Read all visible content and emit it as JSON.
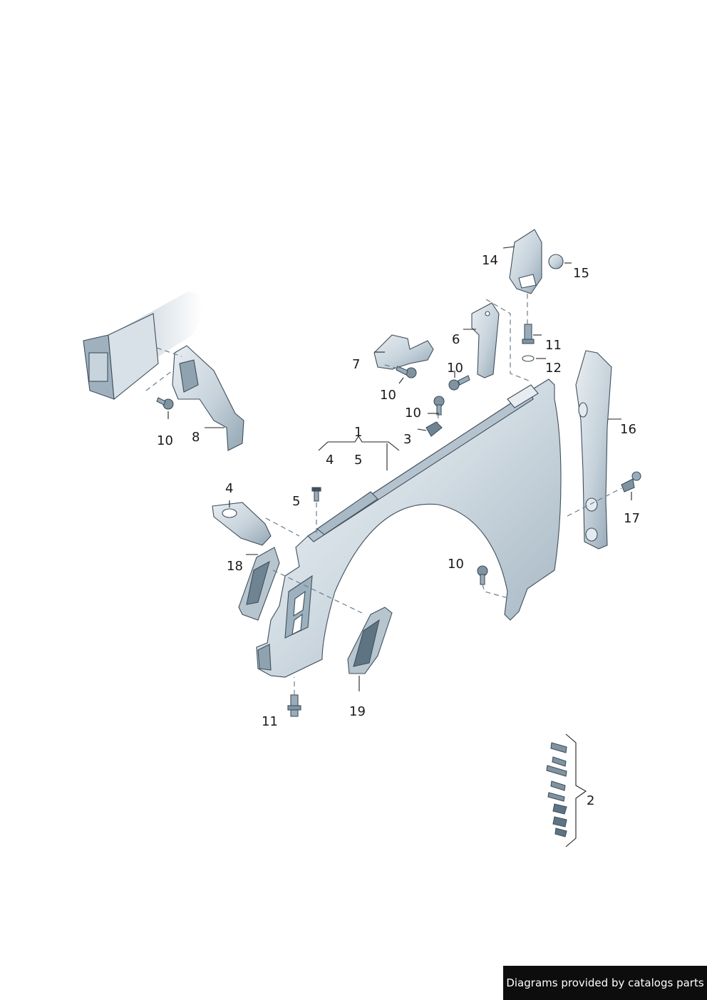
{
  "callouts": {
    "c1": "1",
    "c2": "2",
    "c3": "3",
    "c4a": "4",
    "c4b": "4",
    "c5a": "5",
    "c5b": "5",
    "c6": "6",
    "c7": "7",
    "c8": "8",
    "c10a": "10",
    "c10b": "10",
    "c10c": "10",
    "c10d": "10",
    "c10e": "10",
    "c11a": "11",
    "c11b": "11",
    "c12": "12",
    "c14": "14",
    "c15": "15",
    "c16": "16",
    "c17": "17",
    "c18": "18",
    "c19": "19"
  },
  "credit": "Diagrams provided by catalogs parts",
  "colors": {
    "part_fill": "#c3d0da",
    "part_stroke": "#3f4f5c",
    "leader": "#222222",
    "dash": "#6b7e8c"
  }
}
